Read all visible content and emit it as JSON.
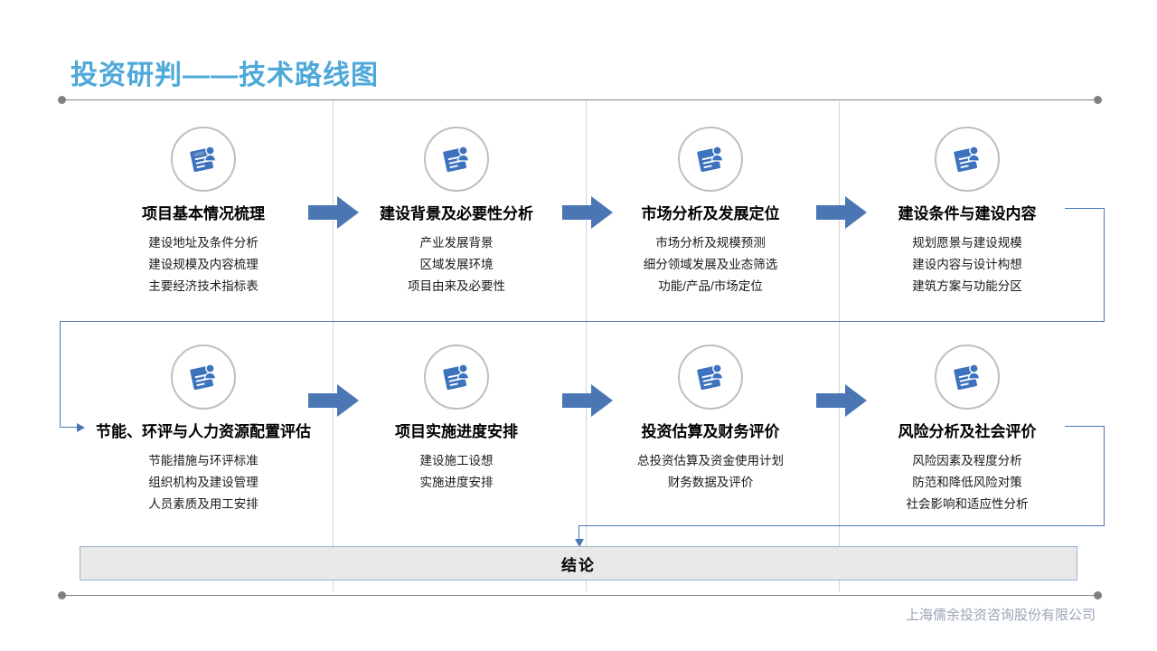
{
  "title": "投资研判——技术路线图",
  "theme": {
    "title_color": "#4ea8da",
    "arrow_color": "#4a77b4",
    "icon_color": "#3d72bd",
    "connector_color": "#4a77b4",
    "conclusion_fill": "#e8e8e8",
    "conclusion_border": "#97b3d4",
    "rule_color": "#7f7f7f",
    "footer_color": "#9aa6b4"
  },
  "icon_name": "note-profile-icon",
  "stages": [
    {
      "id": "stage-1",
      "title": "项目基本情况梳理",
      "lines": [
        "建设地址及条件分析",
        "建设规模及内容梳理",
        "主要经济技术指标表"
      ]
    },
    {
      "id": "stage-2",
      "title": "建设背景及必要性分析",
      "lines": [
        "产业发展背景",
        "区域发展环境",
        "项目由来及必要性"
      ]
    },
    {
      "id": "stage-3",
      "title": "市场分析及发展定位",
      "lines": [
        "市场分析及规模预测",
        "细分领域发展及业态筛选",
        "功能/产品/市场定位"
      ]
    },
    {
      "id": "stage-4",
      "title": "建设条件与建设内容",
      "lines": [
        "规划愿景与建设规模",
        "建设内容与设计构想",
        "建筑方案与功能分区"
      ]
    },
    {
      "id": "stage-5",
      "title": "节能、环评与人力资源配置评估",
      "lines": [
        "节能措施与环评标准",
        "组织机构及建设管理",
        "人员素质及用工安排"
      ]
    },
    {
      "id": "stage-6",
      "title": "项目实施进度安排",
      "lines": [
        "建设施工设想",
        "实施进度安排"
      ]
    },
    {
      "id": "stage-7",
      "title": "投资估算及财务评价",
      "lines": [
        "总投资估算及资金使用计划",
        "财务数据及评价"
      ]
    },
    {
      "id": "stage-8",
      "title": "风险分析及社会评价",
      "lines": [
        "风险因素及程度分析",
        "防范和降低风险对策",
        "社会影响和适应性分析"
      ]
    }
  ],
  "conclusion": "结论",
  "footer": "上海儒余投资咨询股份有限公司"
}
